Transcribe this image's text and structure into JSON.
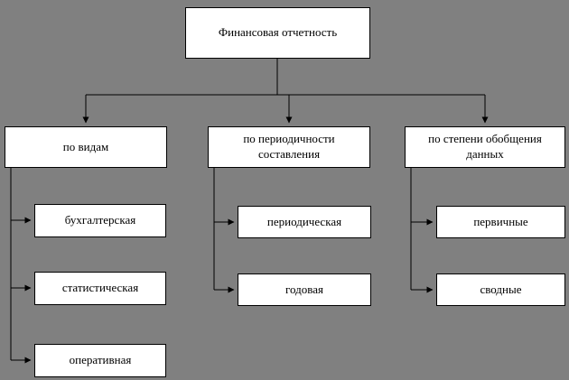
{
  "diagram": {
    "title": "Финансовая отчетность",
    "colors": {
      "background": "#808080",
      "box_fill": "#ffffff",
      "box_border": "#000000",
      "connector": "#000000"
    },
    "root": {
      "label": "Финансовая отчетность"
    },
    "branches": [
      {
        "label": "по видам",
        "children": [
          {
            "label": "бухгалтерская"
          },
          {
            "label": "статистическая"
          },
          {
            "label": "оперативная"
          }
        ]
      },
      {
        "label": "по периодичности составления",
        "children": [
          {
            "label": "периодическая"
          },
          {
            "label": "годовая"
          }
        ]
      },
      {
        "label": "по степени обобщения данных",
        "children": [
          {
            "label": "первичные"
          },
          {
            "label": "сводные"
          }
        ]
      }
    ]
  }
}
